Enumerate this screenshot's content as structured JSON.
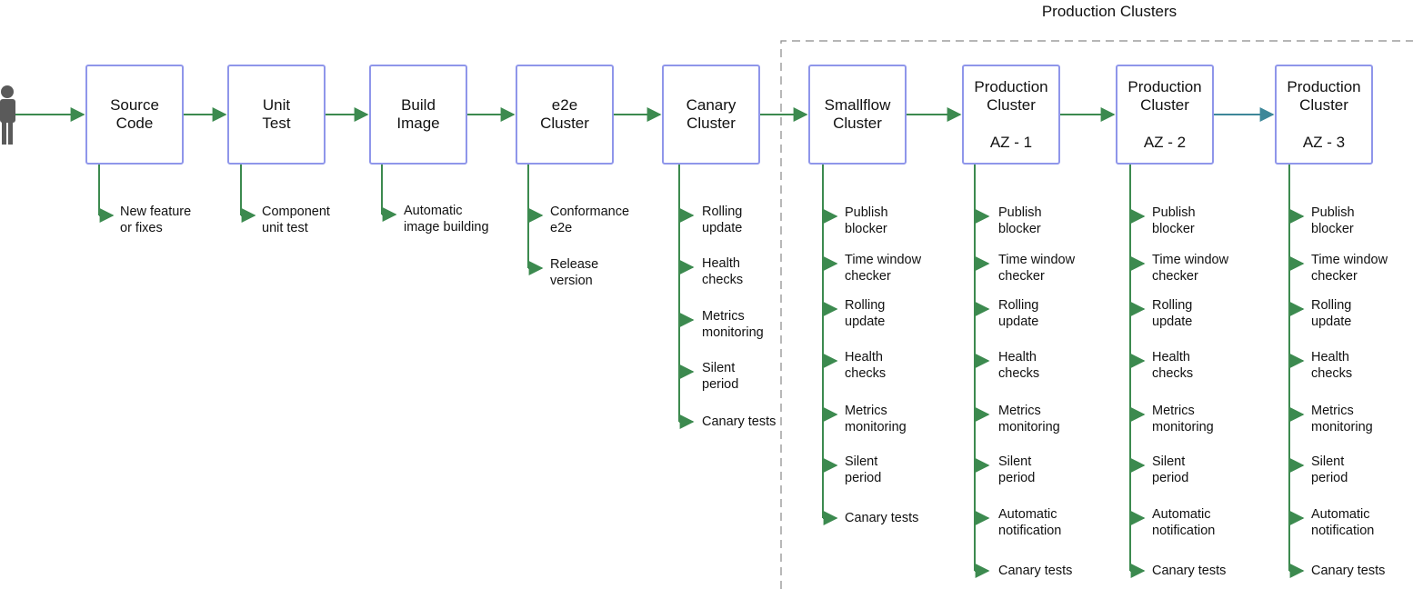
{
  "production_section": {
    "title": "Production Clusters"
  },
  "colors": {
    "arrow": "#3c8a4f",
    "box_border": "#8f96ea",
    "dashed_border": "#8a8a8a",
    "person": "#5a5a5a"
  },
  "actor": {
    "icon": "person-icon"
  },
  "stages": [
    {
      "name": "Source\nCode",
      "az": "",
      "steps": [
        "New feature\nor fixes"
      ]
    },
    {
      "name": "Unit\nTest",
      "az": "",
      "steps": [
        "Component\nunit test"
      ]
    },
    {
      "name": "Build\nImage",
      "az": "",
      "steps": [
        "Automatic\nimage building"
      ]
    },
    {
      "name": "e2e\nCluster",
      "az": "",
      "steps": [
        "Conformance\ne2e",
        "Release\nversion"
      ]
    },
    {
      "name": "Canary\nCluster",
      "az": "",
      "steps": [
        "Rolling\nupdate",
        "Health\nchecks",
        "Metrics\nmonitoring",
        "Silent\nperiod",
        "Canary tests"
      ]
    },
    {
      "name": "Smallflow\nCluster",
      "az": "",
      "steps": [
        "Publish\nblocker",
        "Time window\nchecker",
        "Rolling\nupdate",
        "Health\nchecks",
        "Metrics\nmonitoring",
        "Silent\nperiod",
        "Canary tests"
      ]
    },
    {
      "name": "Production\nCluster",
      "az": "AZ - 1",
      "steps": [
        "Publish\nblocker",
        "Time window\nchecker",
        "Rolling\nupdate",
        "Health\nchecks",
        "Metrics\nmonitoring",
        "Silent\nperiod",
        "Automatic\nnotification",
        "Canary tests"
      ]
    },
    {
      "name": "Production\nCluster",
      "az": "AZ - 2",
      "steps": [
        "Publish\nblocker",
        "Time window\nchecker",
        "Rolling\nupdate",
        "Health\nchecks",
        "Metrics\nmonitoring",
        "Silent\nperiod",
        "Automatic\nnotification",
        "Canary tests"
      ]
    },
    {
      "name": "Production\nCluster",
      "az": "AZ - 3",
      "steps": [
        "Publish\nblocker",
        "Time window\nchecker",
        "Rolling\nupdate",
        "Health\nchecks",
        "Metrics\nmonitoring",
        "Silent\nperiod",
        "Automatic\nnotification",
        "Canary tests"
      ]
    }
  ]
}
